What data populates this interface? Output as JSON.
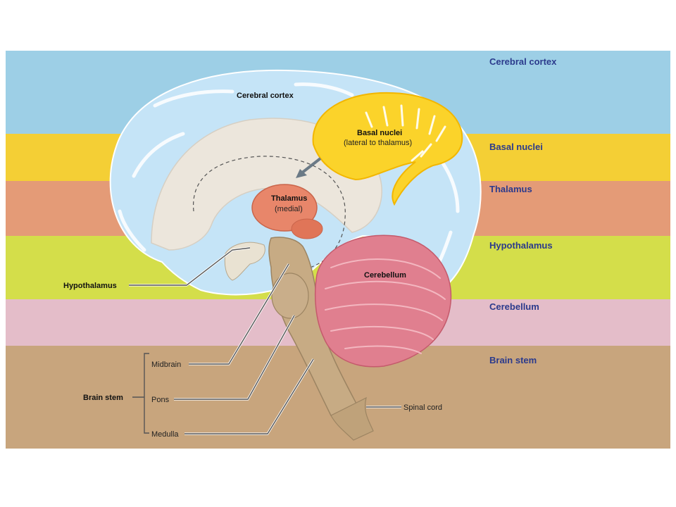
{
  "colors": {
    "band_cortex": "#9dcfe6",
    "band_basal": "#f4cf35",
    "band_thalamus": "#e49b77",
    "band_hypothalamus": "#d4de4a",
    "band_cerebellum": "#e4bdc9",
    "band_brainstem": "#c8a57d",
    "label_blue": "#2b3a8c",
    "cortex_fill": "#c5e4f7",
    "basal_fill": "#fbd32a",
    "thalamus_fill": "#e8866a",
    "cerebellum_fill": "#e07f8f",
    "brainstem_fill": "#c7ab84"
  },
  "bands": [
    {
      "label": "Cerebral cortex"
    },
    {
      "label": "Basal nuclei"
    },
    {
      "label": "Thalamus"
    },
    {
      "label": "Hypothalamus"
    },
    {
      "label": "Cerebellum"
    },
    {
      "label": "Brain stem"
    }
  ],
  "callouts": {
    "cerebral_cortex": "Cerebral cortex",
    "basal_nuclei": "Basal nuclei",
    "basal_nuclei_note": "(lateral to thalamus)",
    "thalamus": "Thalamus",
    "thalamus_note": "(medial)",
    "hypothalamus": "Hypothalamus",
    "cerebellum": "Cerebellum",
    "brain_stem": "Brain stem",
    "midbrain": "Midbrain",
    "pons": "Pons",
    "medulla": "Medulla",
    "spinal_cord": "Spinal cord"
  }
}
